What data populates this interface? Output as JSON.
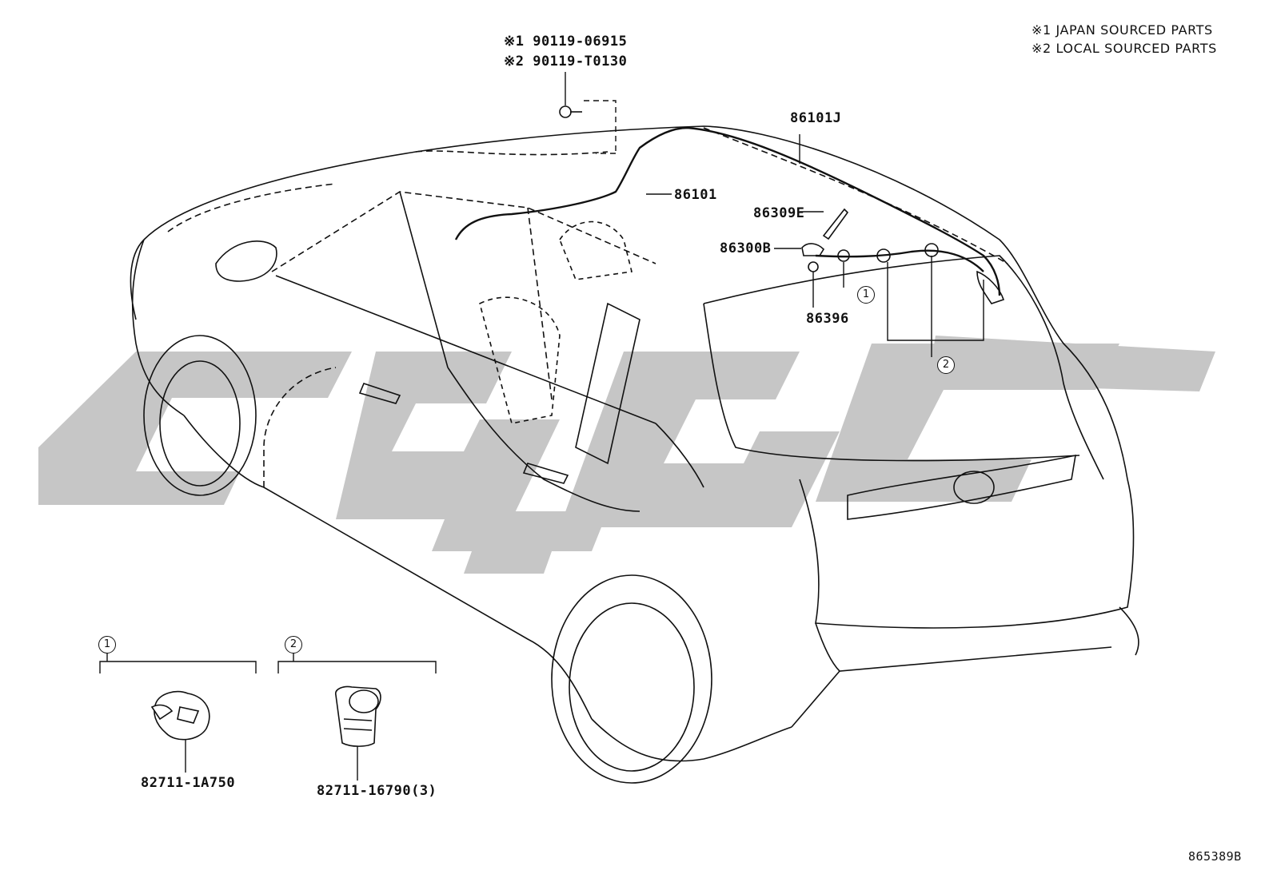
{
  "notes": {
    "japan": "※1 JAPAN SOURCED PARTS",
    "local": "※2 LOCAL SOURCED PARTS"
  },
  "bolt": {
    "part1": "※1 90119-06915",
    "part2": "※2 90119-T0130"
  },
  "parts": {
    "p86101J": "86101J",
    "p86101": "86101",
    "p86309E": "86309E",
    "p86300B": "86300B",
    "p86396": "86396",
    "clip1_part": "82711-1A750",
    "clip2_part": "82711-16790(3)"
  },
  "callouts": {
    "one": "1",
    "two": "2"
  },
  "reference": "865389B",
  "colors": {
    "line": "#111111",
    "watermark": "#c4c4c4"
  }
}
